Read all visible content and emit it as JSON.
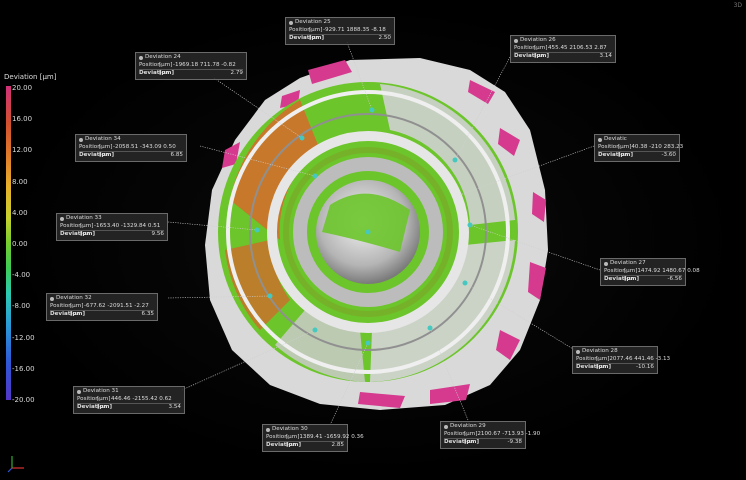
{
  "corner_label": "3D",
  "colorbar": {
    "title": "Deviation [µm]",
    "ticks": [
      "20.00",
      "16.00",
      "12.00",
      "8.00",
      "4.00",
      "0.00",
      "-4.00",
      "-8.00",
      "-12.00",
      "-16.00",
      "-20.00"
    ]
  },
  "colors": {
    "magenta": "#d53a8e",
    "green": "#6cc52a",
    "orange": "#d76a2c",
    "grey": "#c8c8c8"
  },
  "labels": {
    "position": "Position",
    "unit": "[µm]",
    "deviation": "Deviation",
    "dev_unit": "[µm]"
  },
  "callouts": [
    {
      "title": "Deviation 25",
      "position": "-929.71  1888.35  -8.18",
      "deviation": "2.50"
    },
    {
      "title": "Deviation 24",
      "position": "-1969.18  711.78  -0.82",
      "deviation": "2.79"
    },
    {
      "title": "Deviation 26",
      "position": "455.45  2106.53  2.87",
      "deviation": "3.14"
    },
    {
      "title": "Deviation 34",
      "position": "-2058.51  -343.09  0.50",
      "deviation": "6.85"
    },
    {
      "title": "Deviatic",
      "position": "40.38  -210  283.23",
      "deviation": "-3.60"
    },
    {
      "title": "Deviation 33",
      "position": "-1653.40  -1329.84  0.51",
      "deviation": "9.56"
    },
    {
      "title": "Deviation 27",
      "position": "1474.92  1480.67  0.08",
      "deviation": "-6.56"
    },
    {
      "title": "Deviation 32",
      "position": "-677.62  -2091.51  -2.27",
      "deviation": "6.35"
    },
    {
      "title": "Deviation 28",
      "position": "2077.46  441.46  -3.13",
      "deviation": "-10.16"
    },
    {
      "title": "Deviation 31",
      "position": "446.46  -2155.42  0.62",
      "deviation": "3.54"
    },
    {
      "title": "Deviation 30",
      "position": "1389.41  -1659.92  0.36",
      "deviation": "2.85"
    },
    {
      "title": "Deviation 29",
      "position": "2100.67  -713.93  -1.90",
      "deviation": "-9.38"
    }
  ]
}
